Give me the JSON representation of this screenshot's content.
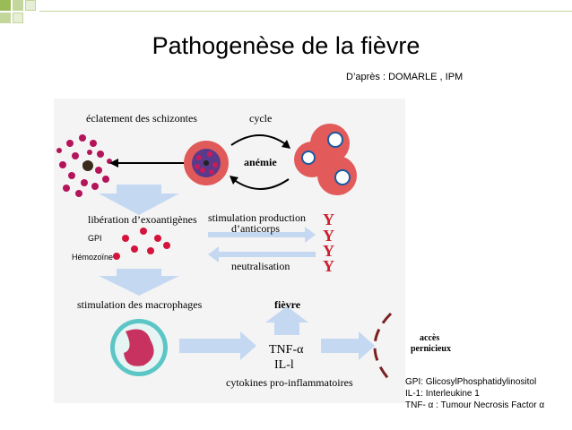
{
  "slide": {
    "title": "Pathogenèse de la fièvre",
    "credit": "D’après : DOMARLE , IPM"
  },
  "diagram": {
    "schizont_burst": "éclatement des schizontes",
    "cycle": "cycle",
    "anemia": "anémie",
    "exoantigen_release": "libération d’exoantigènes",
    "antibody_stimulation_line1": "stimulation production",
    "antibody_stimulation_line2": "d’anticorps",
    "neutralisation": "neutralisation",
    "gpi_label": "GPI",
    "hemozoin_label": "Hémozoïne",
    "macrophage_stimulation": "stimulation des macrophages",
    "fever": "fièvre",
    "tnf": "TNF-α",
    "il1": "IL-l",
    "cytokines": "cytokines pro-inflammatoires",
    "pernicious_line1": "accès",
    "pernicious_line2": "pernicieux"
  },
  "legend": {
    "line1": "GPI: GlicosylPhosphatidylinositol",
    "line2": "IL-1: Interleukine 1",
    "line3": "TNF- α : Tumour Necrosis Factor α"
  },
  "colors": {
    "accent_green": "#9bbb59",
    "arrow_blue": "#c4d8f2",
    "dot_red": "#d4143c",
    "cell_red": "#e25a5a",
    "dash_brown": "#7a2020"
  }
}
